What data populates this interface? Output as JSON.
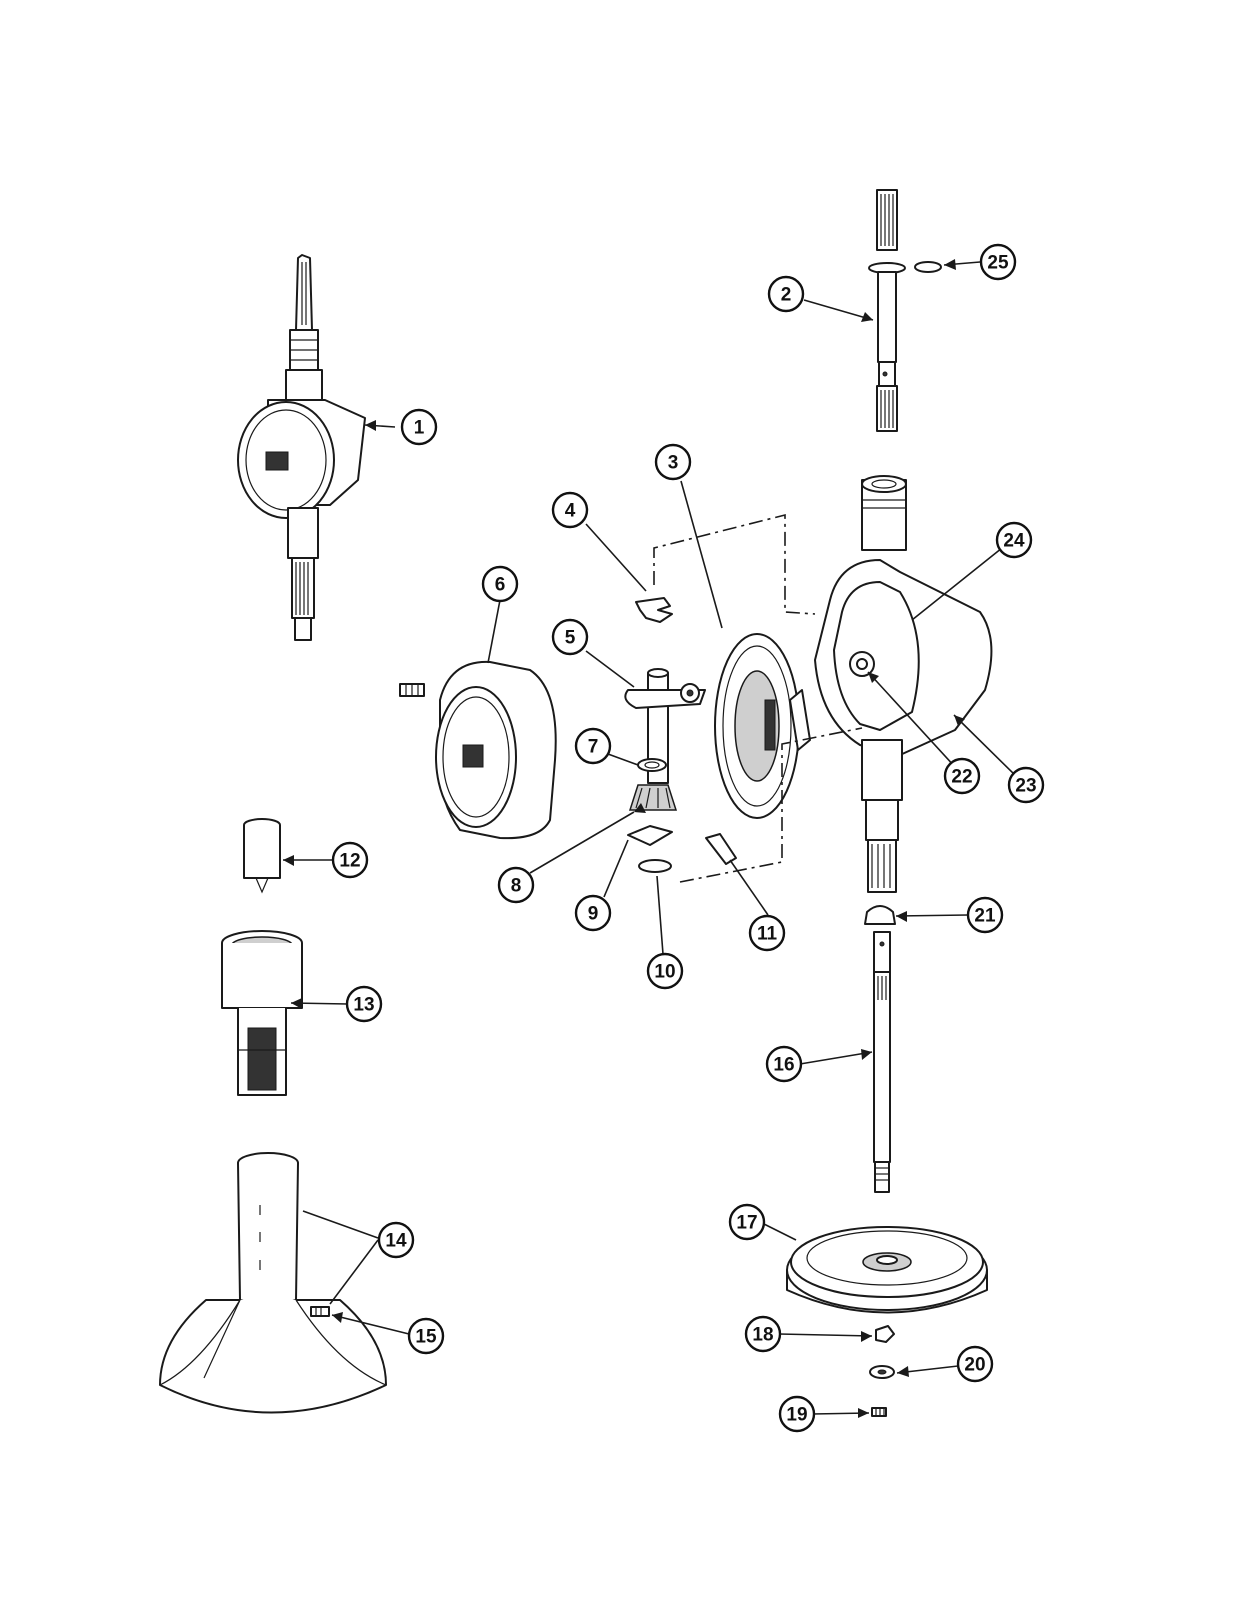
{
  "callouts": [
    {
      "id": "1",
      "label": "1"
    },
    {
      "id": "2",
      "label": "2"
    },
    {
      "id": "3",
      "label": "3"
    },
    {
      "id": "4",
      "label": "4"
    },
    {
      "id": "5",
      "label": "5"
    },
    {
      "id": "6",
      "label": "6"
    },
    {
      "id": "7",
      "label": "7"
    },
    {
      "id": "8",
      "label": "8"
    },
    {
      "id": "9",
      "label": "9"
    },
    {
      "id": "10",
      "label": "10"
    },
    {
      "id": "11",
      "label": "11"
    },
    {
      "id": "12",
      "label": "12"
    },
    {
      "id": "13",
      "label": "13"
    },
    {
      "id": "14",
      "label": "14"
    },
    {
      "id": "15",
      "label": "15"
    },
    {
      "id": "16",
      "label": "16"
    },
    {
      "id": "17",
      "label": "17"
    },
    {
      "id": "18",
      "label": "18"
    },
    {
      "id": "19",
      "label": "19"
    },
    {
      "id": "20",
      "label": "20"
    },
    {
      "id": "21",
      "label": "21"
    },
    {
      "id": "22",
      "label": "22"
    },
    {
      "id": "23",
      "label": "23"
    },
    {
      "id": "24",
      "label": "24"
    },
    {
      "id": "25",
      "label": "25"
    }
  ],
  "colors": {
    "ink": "#1a1a1a",
    "paper": "#ffffff",
    "shade": "#cfcfcf"
  }
}
